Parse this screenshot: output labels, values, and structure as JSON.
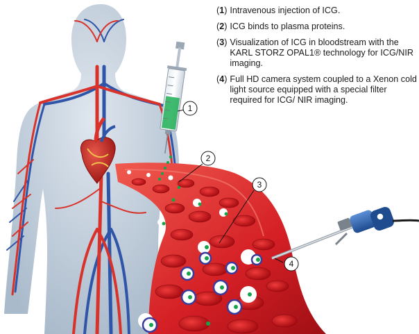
{
  "steps": [
    {
      "number": "1",
      "text": "Intravenous injection of ICG."
    },
    {
      "number": "2",
      "text": "ICG binds to plasma proteins."
    },
    {
      "number": "3",
      "text": "Visualization of ICG in bloodstream with the KARL STORZ OPAL1® technology for ICG/NIR imaging."
    },
    {
      "number": "4",
      "text": "Full HD camera system coupled to a Xenon cold light source equipped with a special filter required for ICG/ NIR imaging."
    }
  ],
  "callouts": [
    "1",
    "2",
    "3",
    "4"
  ],
  "colors": {
    "body_silhouette": "#b4c3d1",
    "artery": "#d8322b",
    "vein": "#2f55a8",
    "blood": "#d8262c",
    "red_cell": "#c8161d",
    "icg_dye": "#16a34a",
    "plasma_protein_ring": "#3b3b9c",
    "camera_blue": "#2a5fae"
  },
  "icons": {
    "syringe": "syringe-icon",
    "heart": "heart-icon",
    "endoscope": "endoscope-camera-icon"
  }
}
